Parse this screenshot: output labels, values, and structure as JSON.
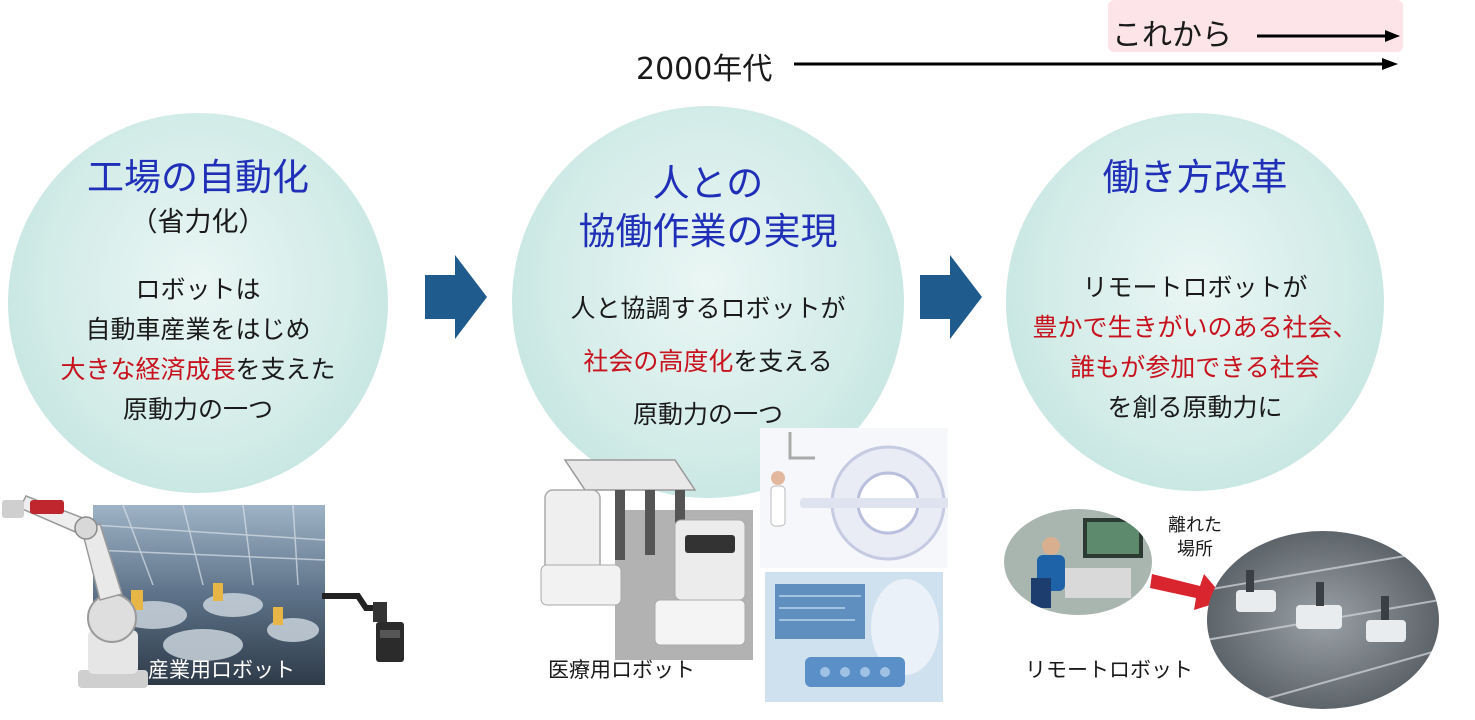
{
  "timeline": {
    "future_label": "これから",
    "era_label": "2000年代"
  },
  "stages": [
    {
      "title": "工場の自動化",
      "subtitle": "（省力化）",
      "lines": [
        {
          "segments": [
            {
              "text": "ロボットは",
              "highlight": false
            }
          ]
        },
        {
          "segments": [
            {
              "text": "自動車産業をはじめ",
              "highlight": false
            }
          ]
        },
        {
          "segments": [
            {
              "text": "大きな経済成長",
              "highlight": true
            },
            {
              "text": "を支えた",
              "highlight": false
            }
          ]
        },
        {
          "segments": [
            {
              "text": "原動力の一つ",
              "highlight": false
            }
          ]
        }
      ],
      "caption": "産業用ロボット"
    },
    {
      "title_lines": [
        "人との",
        "協働作業の実現"
      ],
      "lines": [
        {
          "segments": [
            {
              "text": "人と協調するロボットが",
              "highlight": false
            }
          ]
        },
        {
          "segments": [
            {
              "text": "社会の高度化",
              "highlight": true
            },
            {
              "text": "を支える",
              "highlight": false
            }
          ]
        },
        {
          "segments": [
            {
              "text": "原動力の一つ",
              "highlight": false
            }
          ]
        }
      ],
      "caption": "医療用ロボット"
    },
    {
      "title": "働き方改革",
      "lines": [
        {
          "segments": [
            {
              "text": "リモートロボットが",
              "highlight": false
            }
          ]
        },
        {
          "segments": [
            {
              "text": "豊かで生きがいのある社会、",
              "highlight": true
            }
          ]
        },
        {
          "segments": [
            {
              "text": "誰もが参加できる社会",
              "highlight": true
            }
          ]
        },
        {
          "segments": [
            {
              "text": "を創る原動力に",
              "highlight": false
            }
          ]
        }
      ],
      "caption": "リモートロボット",
      "remote_label_lines": [
        "離れた",
        "場所"
      ]
    }
  ],
  "colors": {
    "title": "#1f2fb8",
    "highlight": "#c8121d",
    "arrow": "#1f5b8c",
    "circle": "#cfeae6",
    "future_box": "#fde4e8"
  }
}
